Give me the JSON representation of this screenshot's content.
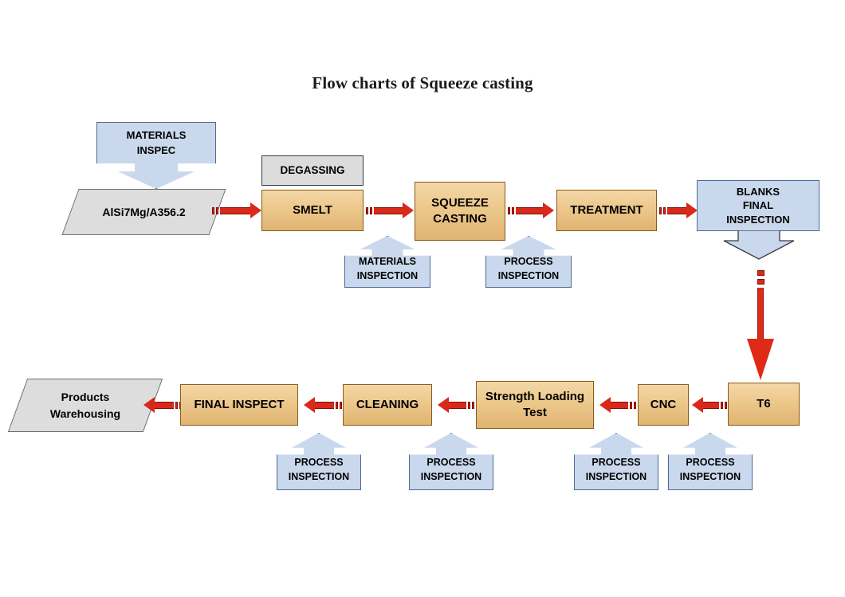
{
  "title": "Flow charts of Squeeze casting",
  "nodes": {
    "materials_inspec": "MATERIALS\nINSPEC",
    "material_spec": "AlSi7Mg/A356.2",
    "degassing": "DEGASSING",
    "smelt": "SMELT",
    "squeeze_casting": "SQUEEZE\nCASTING",
    "treatment": "TREATMENT",
    "blanks_final_inspection": "BLANKS\nFINAL\nINSPECTION",
    "t6": "T6",
    "cnc": "CNC",
    "strength_loading_test": "Strength Loading\nTest",
    "cleaning": "CLEANING",
    "final_inspect": "FINAL INSPECT",
    "products_warehousing": "Products\nWarehousing"
  },
  "node_lines": {
    "materials_inspec": [
      "MATERIALS",
      "INSPEC"
    ],
    "squeeze_casting": [
      "SQUEEZE",
      "CASTING"
    ],
    "blanks_final_inspection": [
      "BLANKS",
      "FINAL",
      "INSPECTION"
    ],
    "strength_loading_test": [
      "Strength Loading",
      "Test"
    ],
    "products_warehousing": [
      "Products",
      "Warehousing"
    ]
  },
  "callouts": [
    {
      "id": "materials-inspection-smelt",
      "line1": "MATERIALS",
      "line2": "INSPECTION"
    },
    {
      "id": "process-inspection-squeeze",
      "line1": "PROCESS",
      "line2": "INSPECTION"
    },
    {
      "id": "process-inspection-final",
      "line1": "PROCESS",
      "line2": "INSPECTION"
    },
    {
      "id": "process-inspection-cleaning",
      "line1": "PROCESS",
      "line2": "INSPECTION"
    },
    {
      "id": "process-inspection-strength",
      "line1": "PROCESS",
      "line2": "INSPECTION"
    },
    {
      "id": "process-inspection-cnc",
      "line1": "PROCESS",
      "line2": "INSPECTION"
    }
  ],
  "colors": {
    "process_box_fill": "#edc98d",
    "process_box_border": "#8a5a18",
    "inspection_fill": "#c9d8ec",
    "inspection_border": "#4b6b92",
    "data_shape_fill": "#dddddd",
    "data_shape_border": "#6e6e6e",
    "arrow_red": "#d8291b",
    "degassing_fill": "#dcdcdc",
    "background": "#ffffff",
    "text": "#000000"
  }
}
